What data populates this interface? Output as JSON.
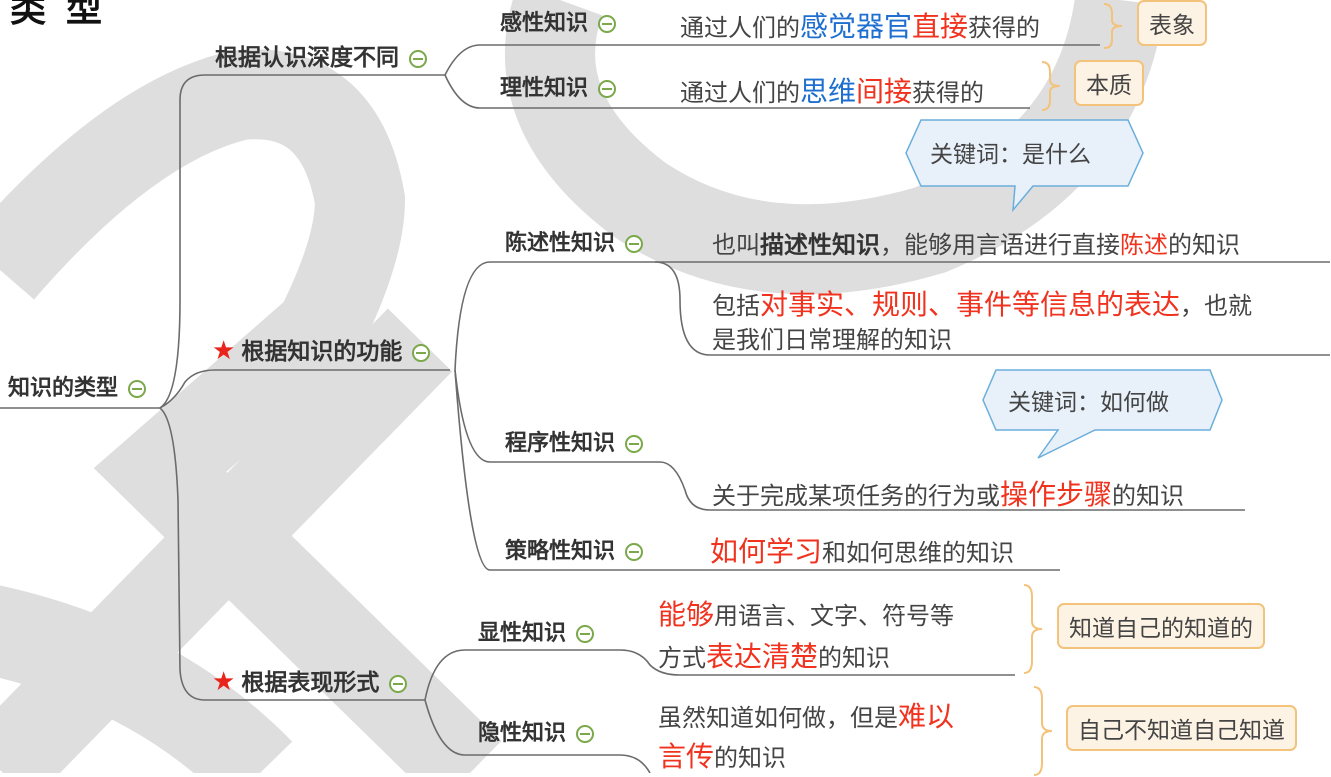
{
  "title_fragment": "类型",
  "root": {
    "label": "知识的类型"
  },
  "branches": [
    {
      "label": "根据认识深度不同",
      "starred": false,
      "children": [
        {
          "label": "感性知识",
          "desc_parts": [
            {
              "text": "通过人们的",
              "style": "normal"
            },
            {
              "text": "感觉器官",
              "style": "blue"
            },
            {
              "text": "直接",
              "style": "red"
            },
            {
              "text": "获得的",
              "style": "normal"
            }
          ],
          "badge": "表象"
        },
        {
          "label": "理性知识",
          "desc_parts": [
            {
              "text": "通过人们的",
              "style": "normal"
            },
            {
              "text": "思维",
              "style": "blue"
            },
            {
              "text": "间接",
              "style": "red"
            },
            {
              "text": "获得的",
              "style": "normal"
            }
          ],
          "badge": "本质"
        }
      ]
    },
    {
      "label": "根据知识的功能",
      "starred": true,
      "children": [
        {
          "label": "陈述性知识",
          "callout": "关键词：是什么",
          "desc_parts": [
            {
              "text": "也叫",
              "style": "normal"
            },
            {
              "text": "描述性知识",
              "style": "bold"
            },
            {
              "text": "，能够用言语进行直接",
              "style": "normal"
            },
            {
              "text": "陈述",
              "style": "red"
            },
            {
              "text": "的知识",
              "style": "normal"
            }
          ],
          "desc2_line1_parts": [
            {
              "text": "包括",
              "style": "normal"
            },
            {
              "text": "对事实、规则、事件等信息的表达",
              "style": "red"
            },
            {
              "text": "，也就",
              "style": "normal"
            }
          ],
          "desc2_line2": "是我们日常理解的知识"
        },
        {
          "label": "程序性知识",
          "callout": "关键词：如何做",
          "desc_parts": [
            {
              "text": "关于完成某项任务的行为或",
              "style": "normal"
            },
            {
              "text": "操作步骤",
              "style": "red"
            },
            {
              "text": "的知识",
              "style": "normal"
            }
          ]
        },
        {
          "label": "策略性知识",
          "desc_parts": [
            {
              "text": "如何学习",
              "style": "red"
            },
            {
              "text": "和如何思维的知识",
              "style": "normal"
            }
          ]
        }
      ]
    },
    {
      "label": "根据表现形式",
      "starred": true,
      "children": [
        {
          "label": "显性知识",
          "line1_parts": [
            {
              "text": "能够",
              "style": "red"
            },
            {
              "text": "用语言、文字、符号等",
              "style": "normal"
            }
          ],
          "line2_parts": [
            {
              "text": "方式",
              "style": "normal"
            },
            {
              "text": "表达清楚",
              "style": "red"
            },
            {
              "text": "的知识",
              "style": "normal"
            }
          ],
          "badge": "知道自己的知道的"
        },
        {
          "label": "隐性知识",
          "line1_parts": [
            {
              "text": "虽然知道如何做，但是",
              "style": "normal"
            },
            {
              "text": "难以",
              "style": "red"
            }
          ],
          "line2_parts": [
            {
              "text": "言传",
              "style": "red"
            },
            {
              "text": "的知识",
              "style": "normal"
            }
          ],
          "badge": "自己不知道自己知道"
        }
      ]
    }
  ],
  "colors": {
    "red": "#f0321e",
    "blue": "#1e6fd0",
    "collapse_green": "#7aa84a",
    "badge_bg": "#fdf3e5",
    "badge_border": "#f3c27b",
    "callout_bg": "#e8f1fa",
    "callout_border": "#6aaedb",
    "watermark": "#dedede"
  }
}
